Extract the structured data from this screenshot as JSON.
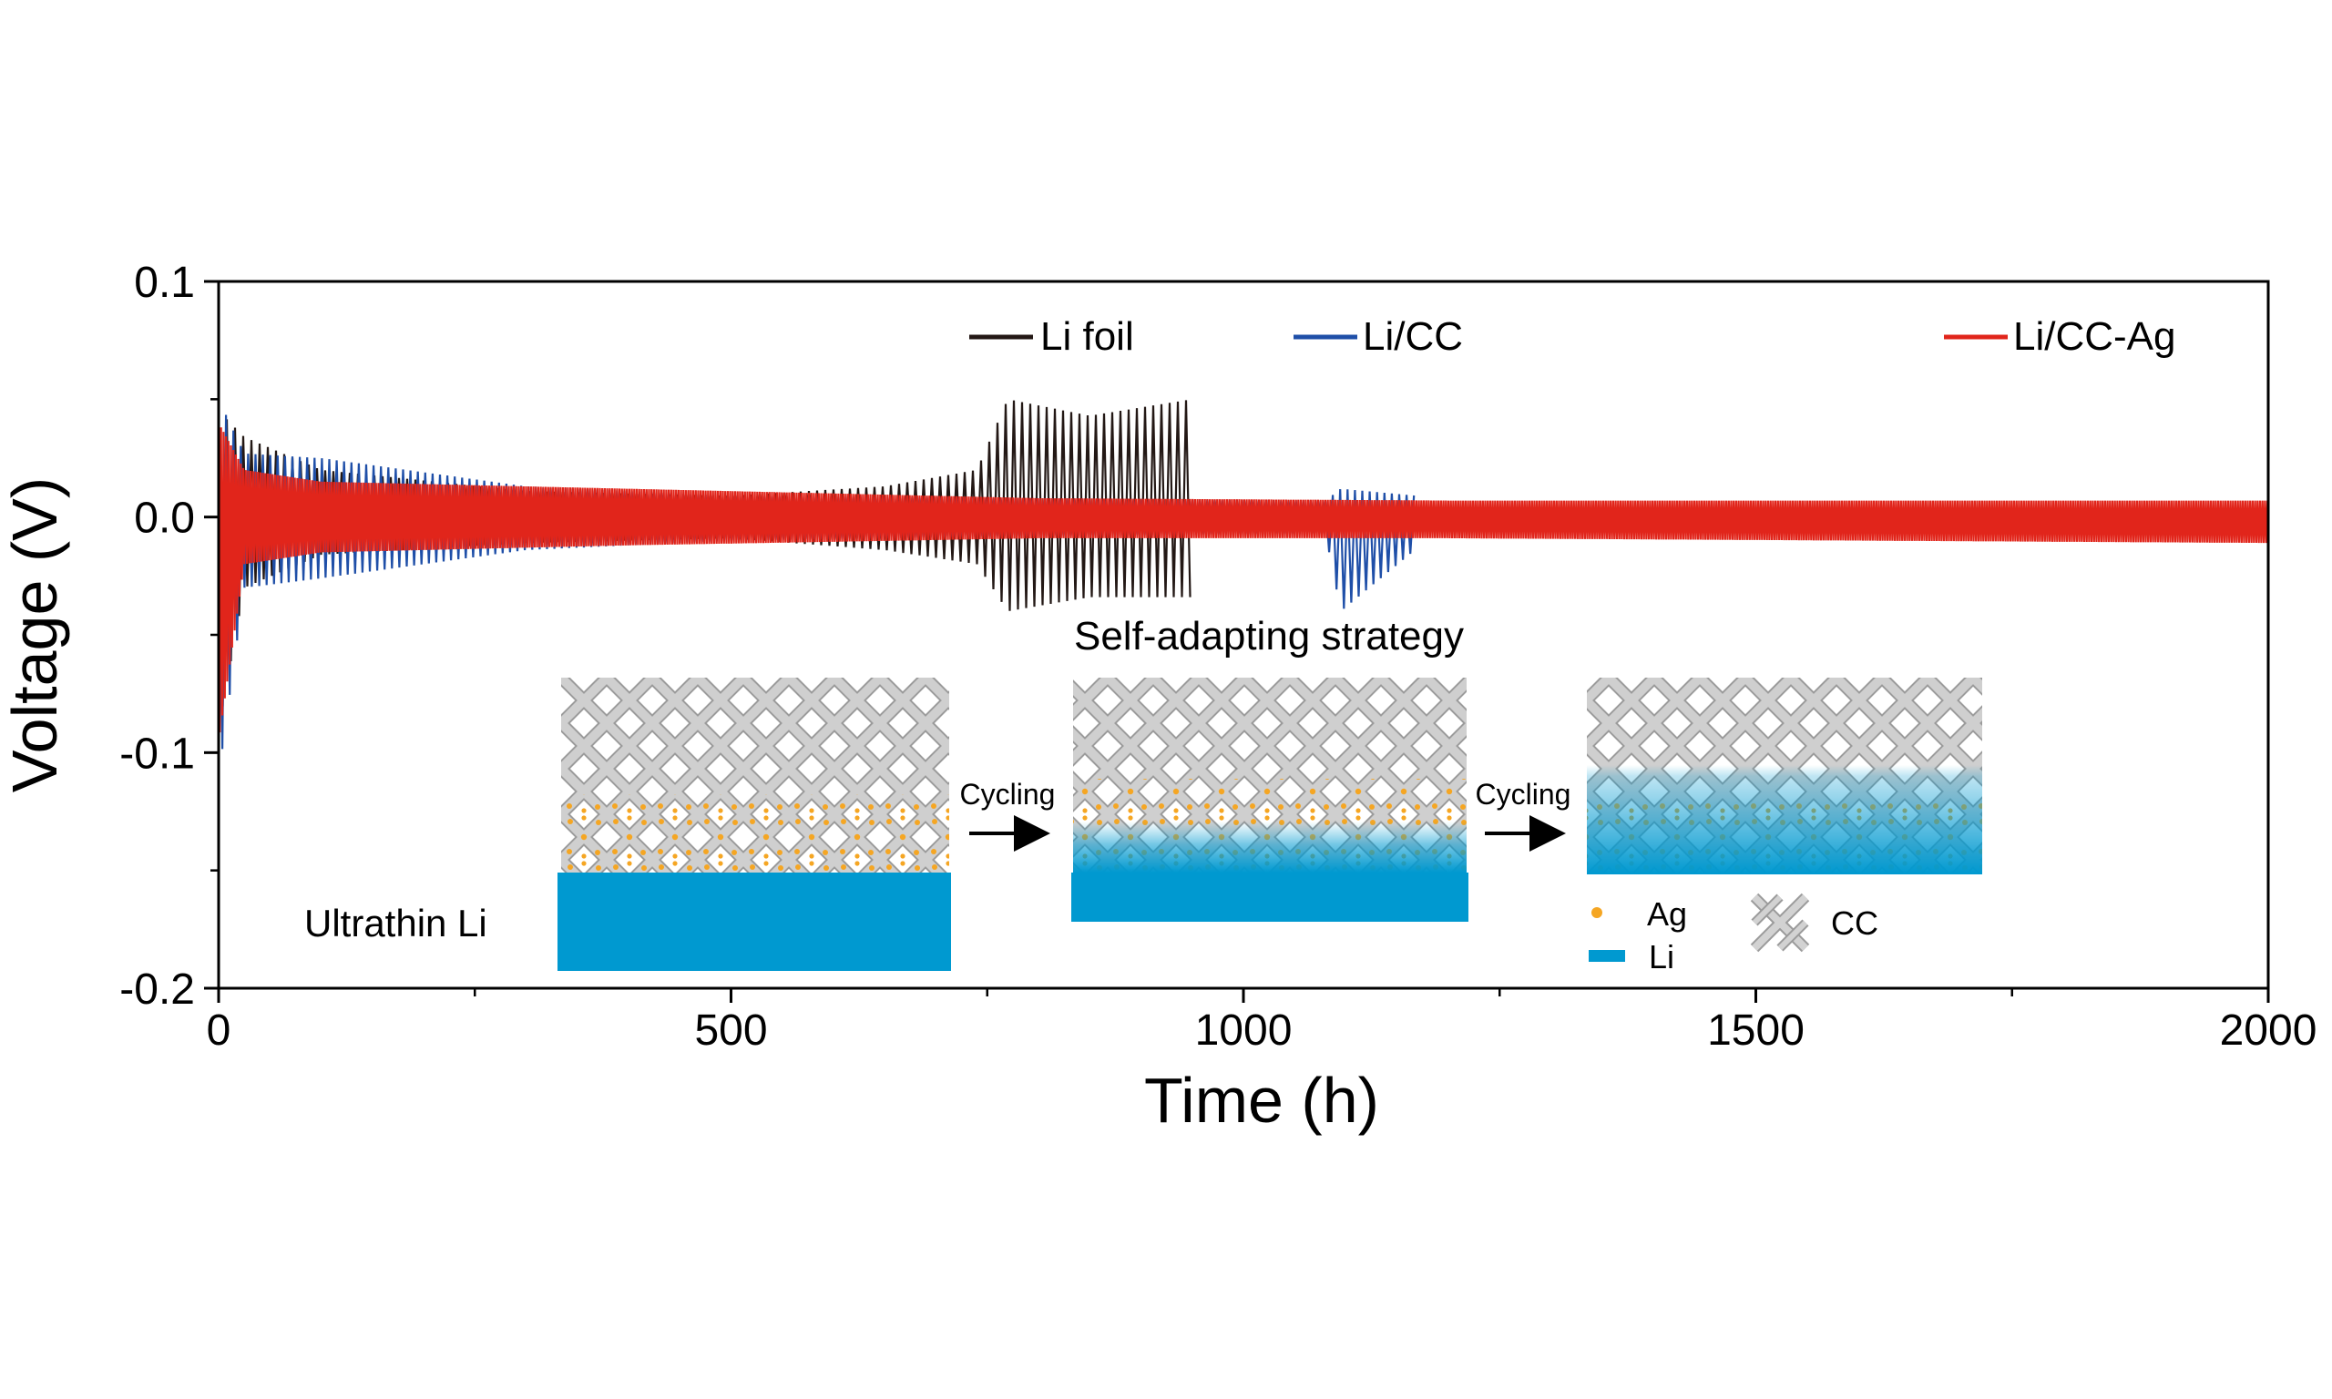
{
  "chart_data": {
    "type": "line",
    "xlabel": "Time (h)",
    "ylabel": "Voltage (V)",
    "xlim": [
      0,
      2000
    ],
    "ylim": [
      -0.2,
      0.1
    ],
    "x_ticks": [
      {
        "value": 0,
        "label": "0"
      },
      {
        "value": 500,
        "label": "500"
      },
      {
        "value": 1000,
        "label": "1000"
      },
      {
        "value": 1500,
        "label": "1500"
      },
      {
        "value": 2000,
        "label": "2000"
      }
    ],
    "y_ticks": [
      {
        "value": 0.1,
        "label": "0.1"
      },
      {
        "value": 0.0,
        "label": "0.0"
      },
      {
        "value": -0.1,
        "label": "-0.1"
      },
      {
        "value": -0.2,
        "label": "-0.2"
      }
    ],
    "grid": false,
    "legend_position": "top",
    "series": [
      {
        "name": "Li foil",
        "color": "#231815",
        "end_time": 950,
        "envelope": [
          {
            "t": 0,
            "upper": 0.045,
            "lower": -0.09
          },
          {
            "t": 25,
            "upper": 0.034,
            "lower": -0.03
          },
          {
            "t": 100,
            "upper": 0.02,
            "lower": -0.016
          },
          {
            "t": 300,
            "upper": 0.011,
            "lower": -0.011
          },
          {
            "t": 500,
            "upper": 0.009,
            "lower": -0.009
          },
          {
            "t": 650,
            "upper": 0.013,
            "lower": -0.014
          },
          {
            "t": 740,
            "upper": 0.02,
            "lower": -0.02
          },
          {
            "t": 770,
            "upper": 0.05,
            "lower": -0.04
          },
          {
            "t": 850,
            "upper": 0.043,
            "lower": -0.034
          },
          {
            "t": 950,
            "upper": 0.05,
            "lower": -0.034
          }
        ]
      },
      {
        "name": "Li/CC",
        "color": "#1f4fa8",
        "end_time": 1170,
        "envelope": [
          {
            "t": 0,
            "upper": 0.05,
            "lower": -0.11
          },
          {
            "t": 25,
            "upper": 0.027,
            "lower": -0.03
          },
          {
            "t": 100,
            "upper": 0.025,
            "lower": -0.026
          },
          {
            "t": 300,
            "upper": 0.013,
            "lower": -0.014
          },
          {
            "t": 500,
            "upper": 0.009,
            "lower": -0.01
          },
          {
            "t": 800,
            "upper": 0.008,
            "lower": -0.008
          },
          {
            "t": 1080,
            "upper": 0.007,
            "lower": -0.007
          },
          {
            "t": 1095,
            "upper": 0.012,
            "lower": -0.04
          },
          {
            "t": 1170,
            "upper": 0.009,
            "lower": -0.013
          }
        ]
      },
      {
        "name": "Li/CC-Ag",
        "color": "#e1251b",
        "end_time": 2000,
        "envelope": [
          {
            "t": 0,
            "upper": 0.04,
            "lower": -0.095
          },
          {
            "t": 25,
            "upper": 0.02,
            "lower": -0.02
          },
          {
            "t": 100,
            "upper": 0.015,
            "lower": -0.015
          },
          {
            "t": 400,
            "upper": 0.012,
            "lower": -0.012
          },
          {
            "t": 800,
            "upper": 0.008,
            "lower": -0.009
          },
          {
            "t": 1200,
            "upper": 0.007,
            "lower": -0.009
          },
          {
            "t": 2000,
            "upper": 0.007,
            "lower": -0.011
          }
        ]
      }
    ],
    "inset": {
      "title": "Self-adapting strategy",
      "left_label": "Ultrathin Li",
      "arrow_labels": [
        "Cycling",
        "Cycling"
      ],
      "legend": {
        "ag": "Ag",
        "li": "Li",
        "cc": "CC"
      },
      "colors": {
        "li": "#0099d0",
        "ag": "#f5a623",
        "cc_fill": "#c6c6c6",
        "cc_edge": "#9d9d9d"
      }
    }
  }
}
